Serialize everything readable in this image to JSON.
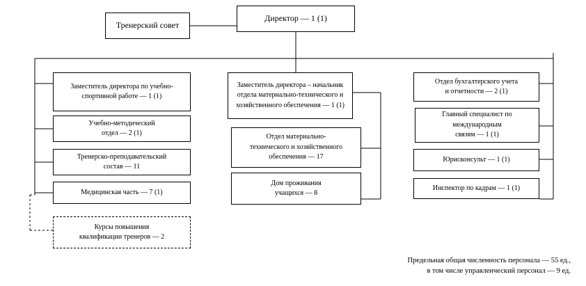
{
  "nodes": {
    "coaching_council": "Тренерский совет",
    "director": "Директор — 1 (1)",
    "deputy_sport": "Заместитель директора по учебно-\nспортивной работе — 1 (1)",
    "methodical": "Учебно-методический\nотдел  — 2 (1)",
    "coaching_staff": "Тренерско-преподавательский\nсостав — 11",
    "medical": "Медицинская часть — 7 (1)",
    "courses": "Курсы повышения\nквалификации тренеров — 2",
    "deputy_logistics": "Заместитель директора – начальник\nотдела материально-технического и\nхозяйственного обеспечения — 1 (1)",
    "logistics_dept": "Отдел материально-\nтехнического и хозяйственного\nобеспечения — 17",
    "dormitory": "Дом проживания\nучащихся  — 8",
    "accounting": "Отдел бухгалтерского учета\nи отчетности — 2 (1)",
    "intl_specialist": "Главный специалист по\nмеждународным\nсвязям  — 1 (1)",
    "legal": "Юрисконсульт — 1 (1)",
    "hr_inspector": "Инспектор по кадрам — 1 (1)"
  },
  "note": "Предельная общая численность персонала — 55 ед.,\nв том числе управленческий персонал — 9 ед."
}
